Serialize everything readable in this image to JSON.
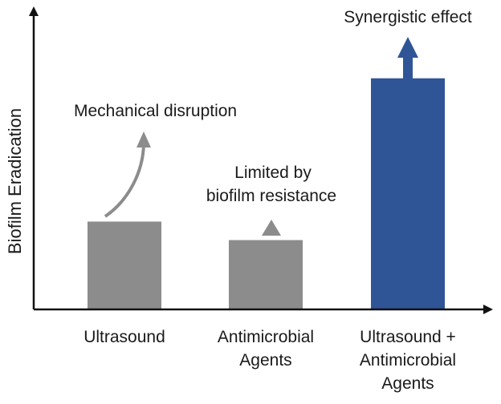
{
  "chart_data": {
    "type": "bar",
    "ylabel": "Biofilm Eradication",
    "xlabel": "",
    "categories": [
      [
        "Ultrasound"
      ],
      [
        "Antimicrobial",
        "Agents"
      ],
      [
        "Ultrasound +",
        "Antimicrobial",
        "Agents"
      ]
    ],
    "values": [
      0.38,
      0.3,
      1.0
    ],
    "ylim": [
      0,
      1.2
    ],
    "colors": [
      "#8c8c8c",
      "#8c8c8c",
      "#2f5597"
    ],
    "arrow_color_gray": "#8c8c8c",
    "arrow_color_blue": "#2f5597",
    "grid": false,
    "annotations": [
      {
        "text": [
          "Mechanical disruption"
        ],
        "category": 0
      },
      {
        "text": [
          "Limited by",
          "biofilm resistance"
        ],
        "category": 1
      },
      {
        "text": [
          "Synergistic effect"
        ],
        "category": 2
      }
    ]
  }
}
